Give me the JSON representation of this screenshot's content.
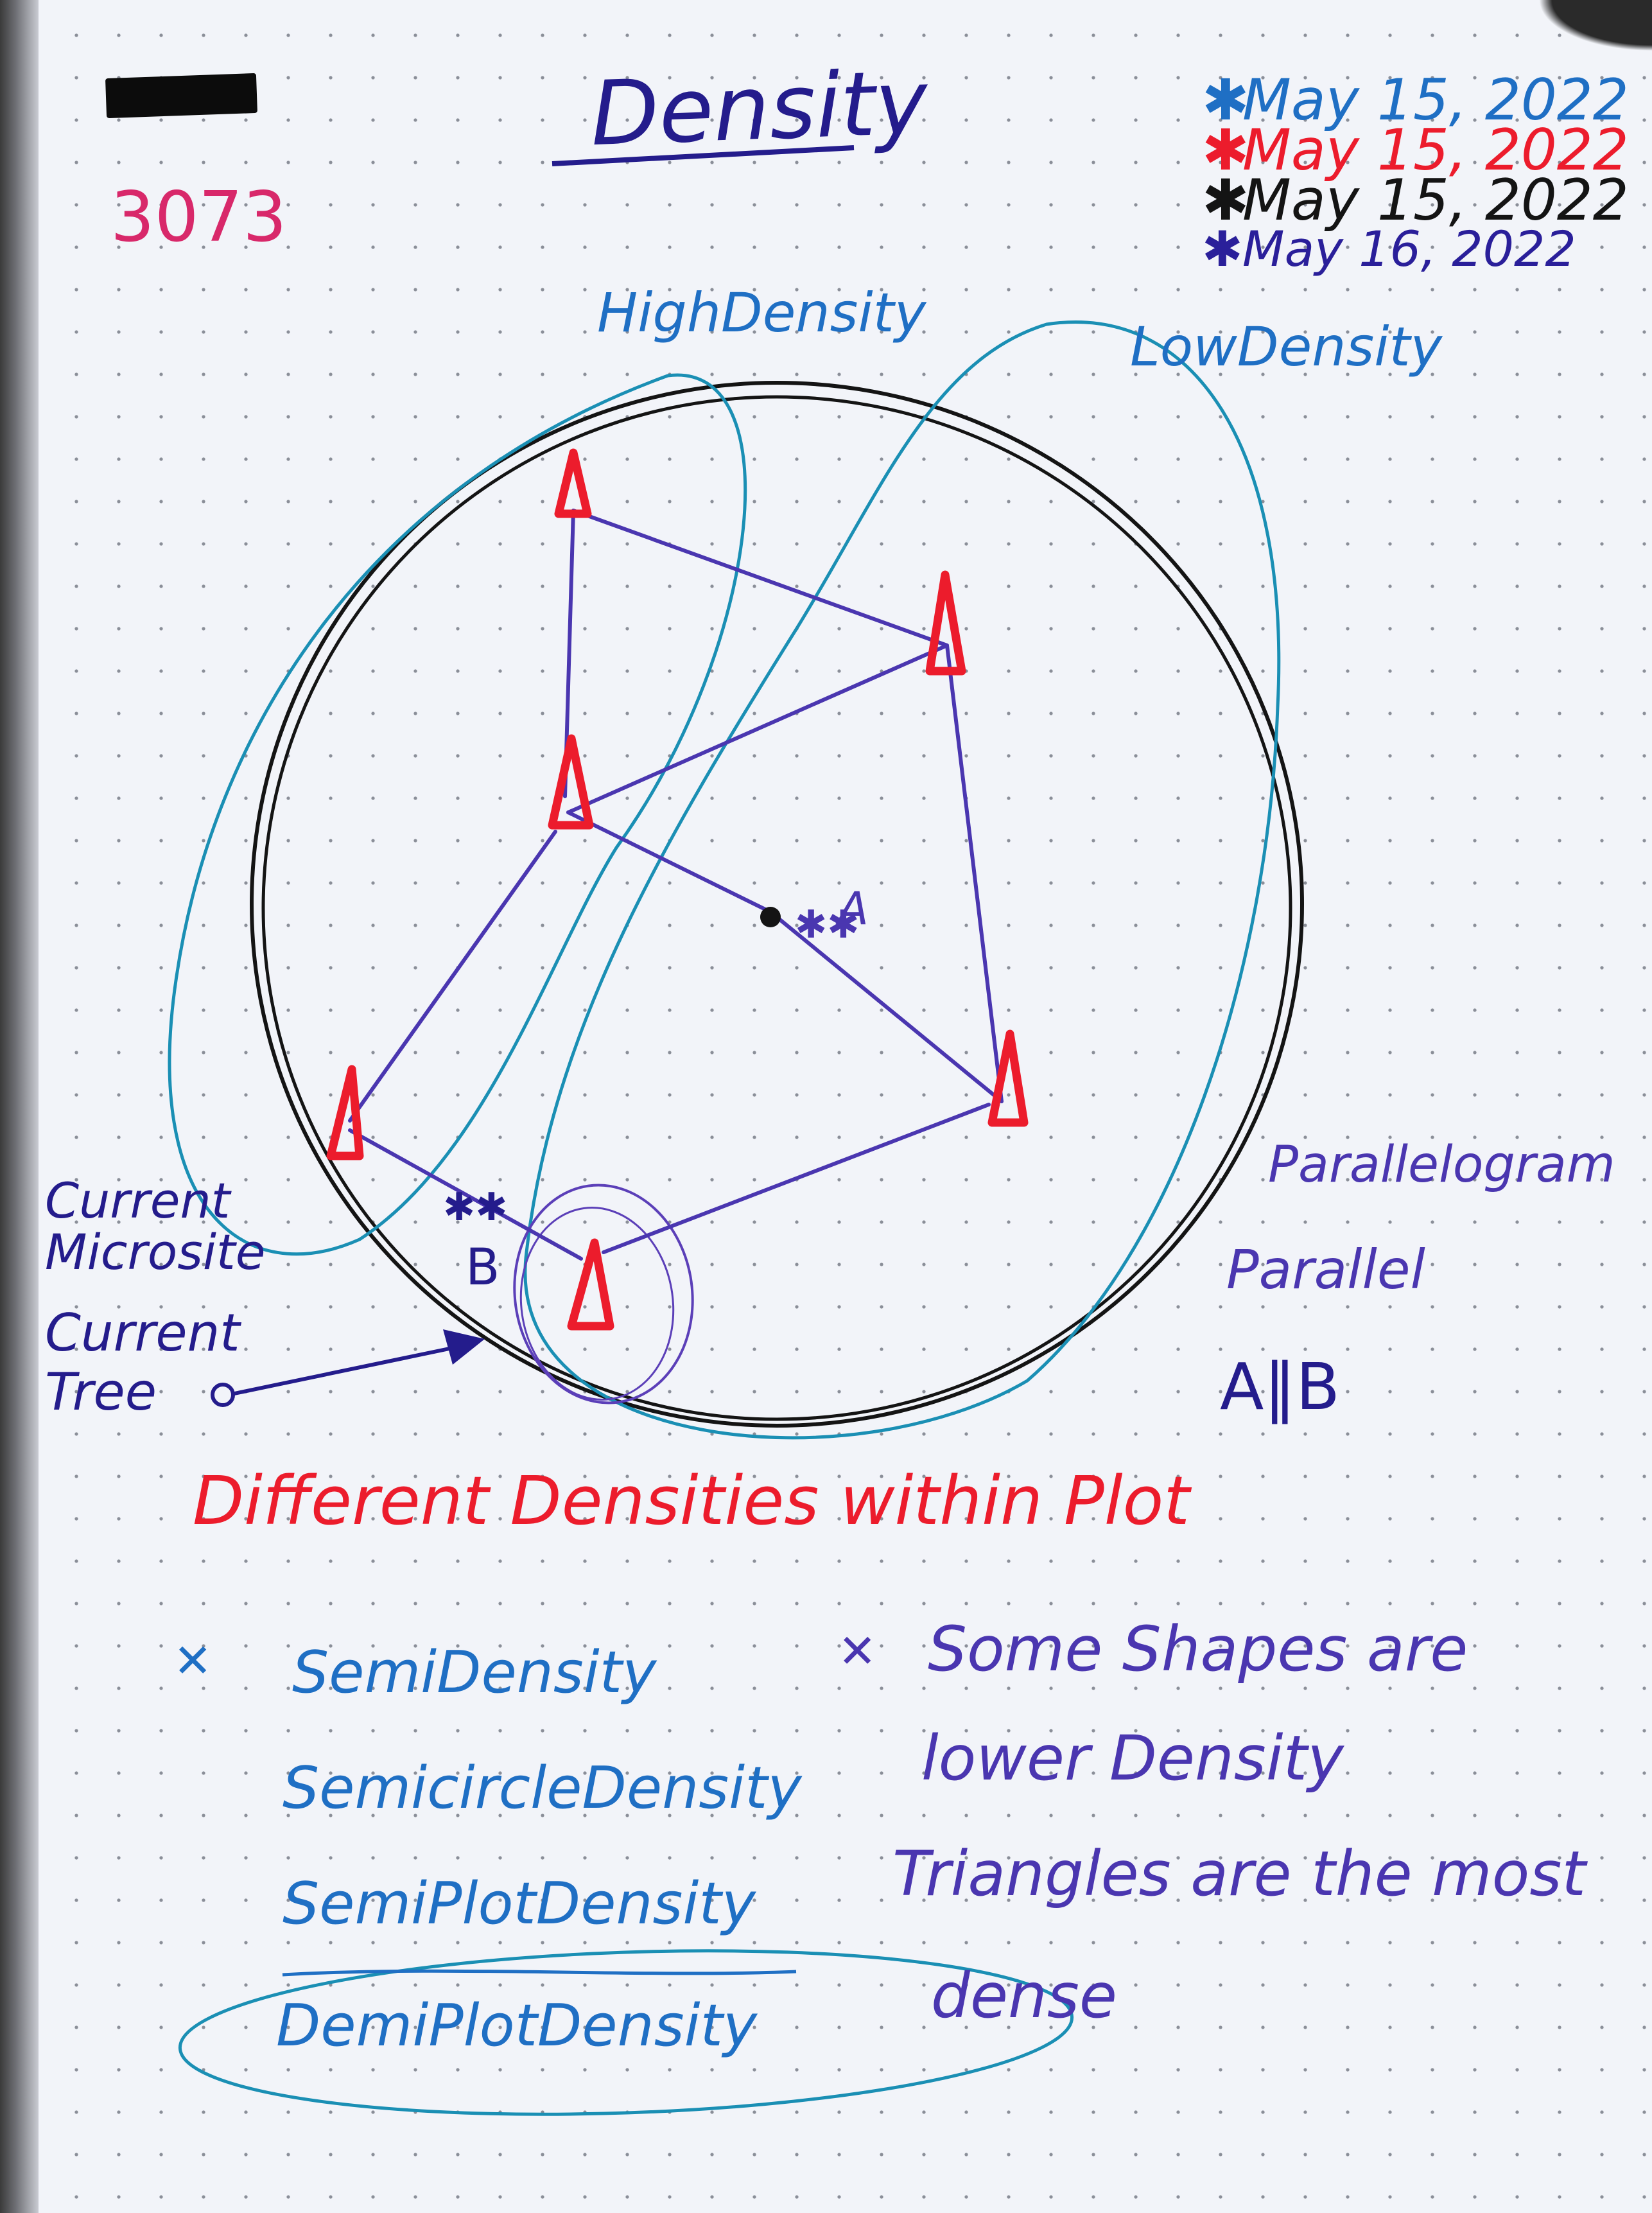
{
  "page": {
    "number": "3073",
    "title": "Density",
    "dates": [
      "May 15, 2022",
      "May 15, 2022",
      "May 15, 2022",
      "May 16, 2022"
    ]
  },
  "diagram": {
    "labels": {
      "high_density": "HighDensity",
      "low_density": "LowDensity",
      "point_a": "A",
      "point_b": "B",
      "current_microsite": "Current Microsite",
      "current_tree": "Current Tree",
      "parallelogram": "Parallelogram",
      "parallel": "Parallel",
      "a_parallel_b": "A‖B"
    }
  },
  "notes": {
    "heading": "Different Densities within Plot",
    "density_terms": [
      "SemiDensity",
      "SemicircleDensity",
      "SemiPlotDensity",
      "DemiPlotDensity"
    ],
    "observation_lines": [
      "Some Shapes are",
      "lower Density",
      "Triangles are the most",
      "dense"
    ]
  },
  "colors": {
    "paper": "#f2f4f9",
    "dot": "#8a8e98",
    "blue_ink": "#1f6fc4",
    "teal_ink": "#1a8fb4",
    "purple_ink": "#4a36b0",
    "navy_ink": "#241c8c",
    "red_ink": "#ec1c2c",
    "pink_ink": "#d8286a",
    "black_ink": "#141414"
  }
}
